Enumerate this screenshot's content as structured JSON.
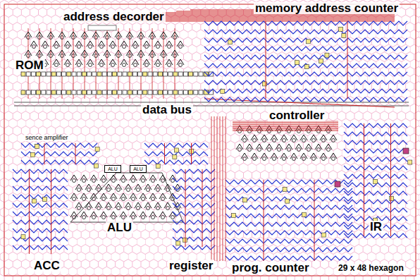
{
  "diagram": {
    "nodes": [
      {
        "text": [
          "ALU"
        ]
      },
      {
        "text": [
          "ALU"
        ]
      }
    ],
    "labels": [
      "address decorder",
      "memory address counter",
      "ROM",
      "data bus",
      "controller",
      "sence amplifier",
      "ALU",
      "ACC",
      "register",
      "prog. counter",
      "IR",
      "29 x 48 hexagon"
    ]
  }
}
